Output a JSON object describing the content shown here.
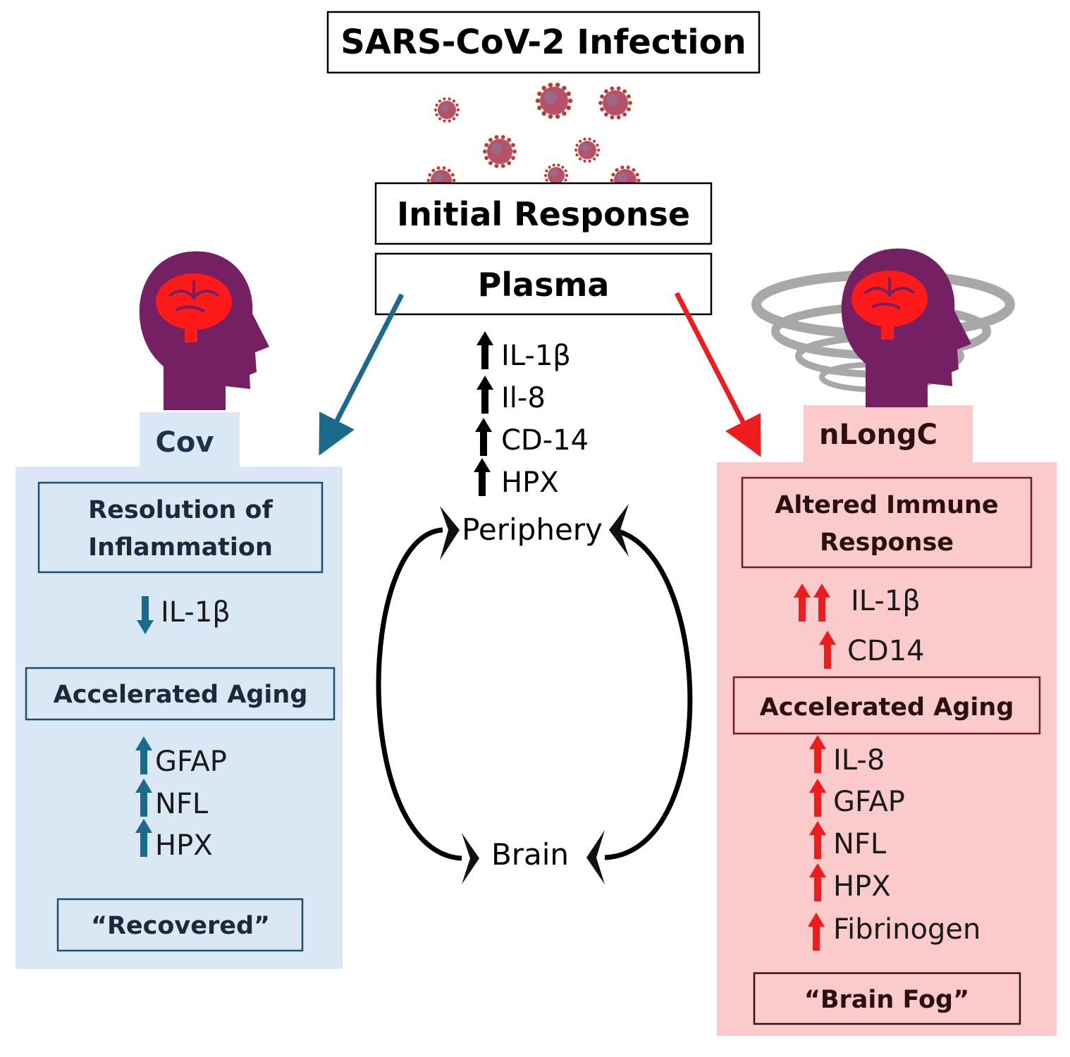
{
  "title": "SARS-CoV-2 Infection",
  "initial_response": "Initial Response",
  "plasma": "Plasma",
  "central": {
    "markers": [
      "IL-1β",
      "Il-8",
      "CD-14",
      "HPX"
    ],
    "periphery": "Periphery",
    "brain": "Brain"
  },
  "left": {
    "tag": "Cov",
    "box1": [
      "Resolution of",
      "Inflammation"
    ],
    "marker_down": "IL-1β",
    "box2": "Accelerated Aging",
    "markers_up": [
      "GFAP",
      "NFL",
      "HPX"
    ],
    "outcome": "“Recovered”"
  },
  "right": {
    "tag": "nLongC",
    "box1": [
      "Altered Immune",
      "Response"
    ],
    "marker_double_up": "IL-1β",
    "marker_up": "CD14",
    "box2": "Accelerated Aging",
    "markers_up": [
      "IL-8",
      "GFAP",
      "NFL",
      "HPX",
      "Fibrinogen"
    ],
    "outcome": "“Brain Fog”"
  },
  "colors": {
    "left_panel": "#dae8f5",
    "right_panel": "#fbcbcb",
    "box_border_left": "#1e4e6e",
    "box_border_right": "#6b1f1f",
    "arrow_left": "#1a6a8c",
    "arrow_right": "#ee1c1c",
    "head": "#742063",
    "brain": "#ff1a1a",
    "virus": "#b5526a"
  }
}
